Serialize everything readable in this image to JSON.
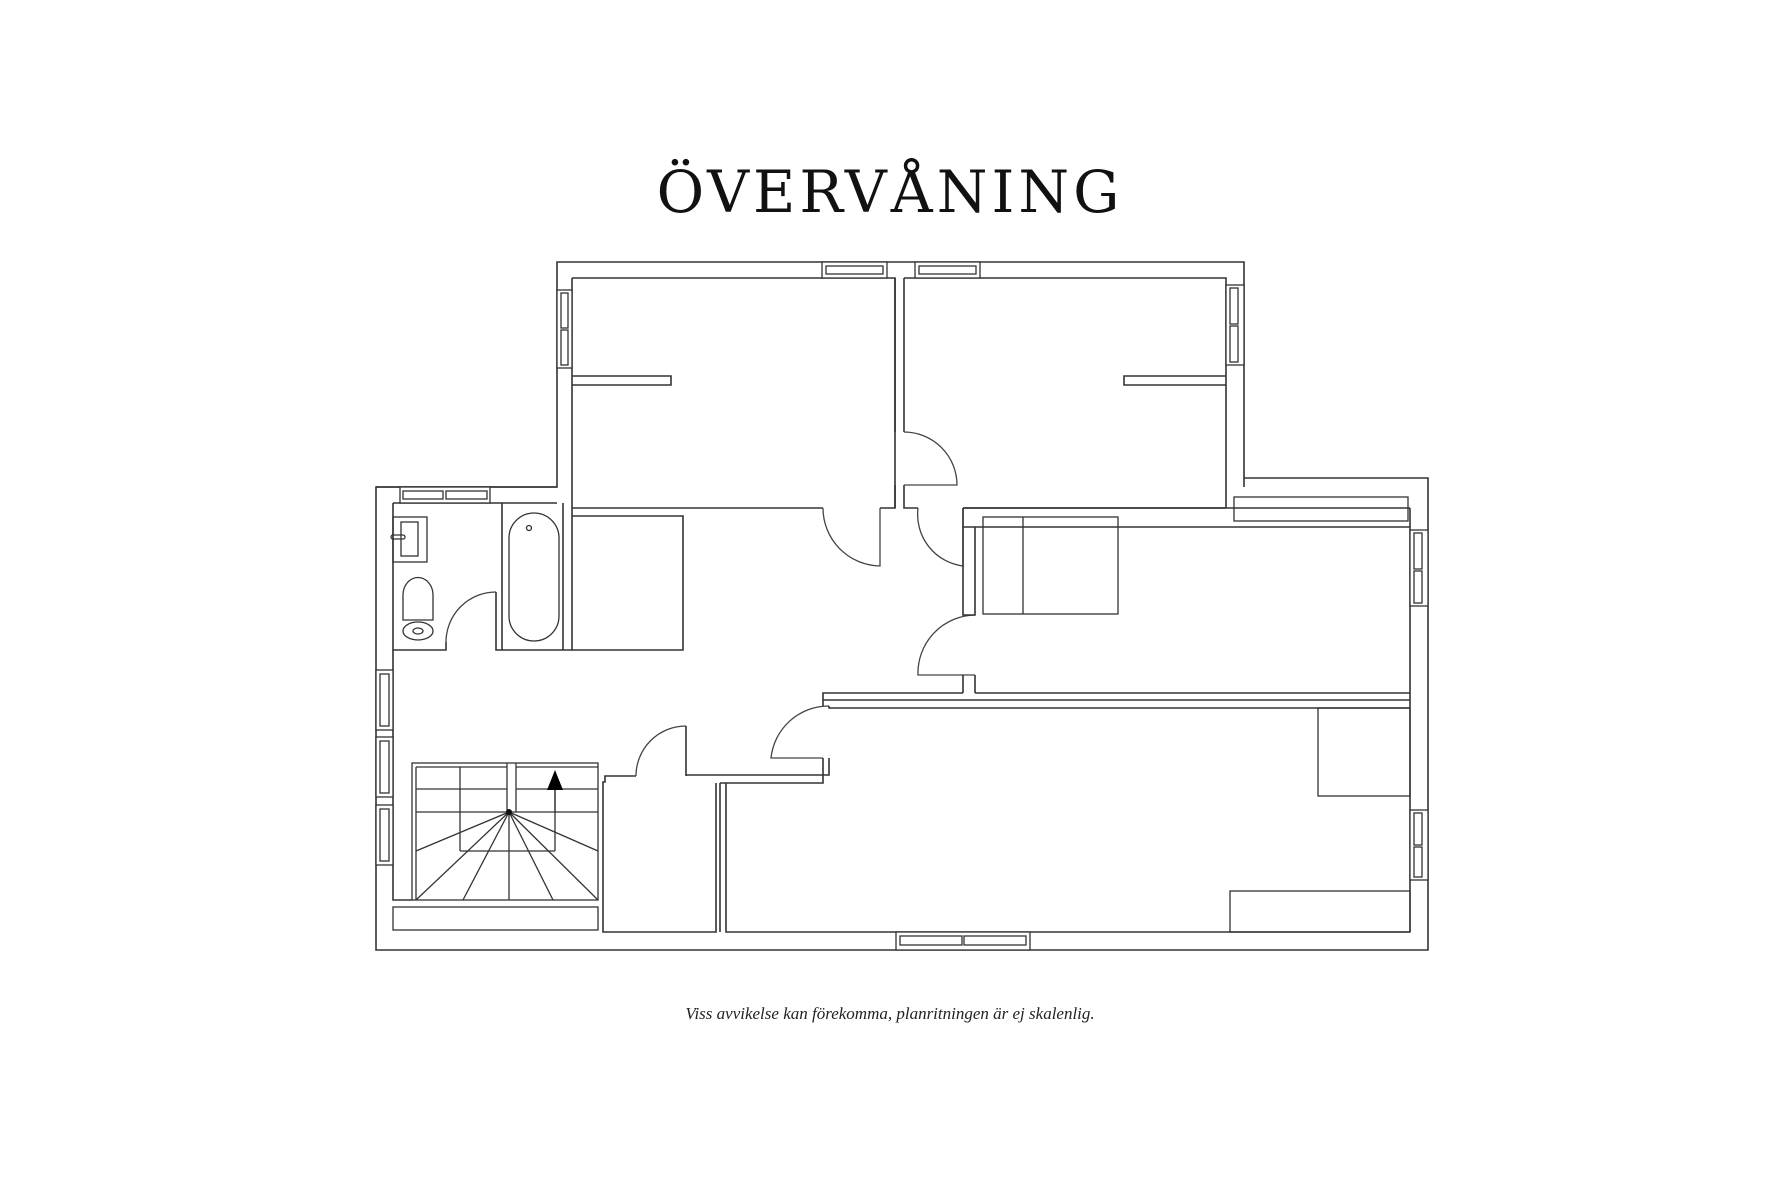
{
  "title": "ÖVERVÅNING",
  "disclaimer": "Viss avvikelse kan förekomma, planritningen är ej skalenlig.",
  "floor_plan": {
    "level": "upper floor",
    "rooms": [
      {
        "name": "bedroom-top-left"
      },
      {
        "name": "bedroom-top-right"
      },
      {
        "name": "bathroom"
      },
      {
        "name": "hallway"
      },
      {
        "name": "bedroom-middle-right"
      },
      {
        "name": "large-room-bottom-right"
      },
      {
        "name": "storage-closet"
      },
      {
        "name": "staircase"
      }
    ],
    "stair_direction": "up",
    "colors": {
      "line": "#333333",
      "background": "#ffffff",
      "arrow": "#000000"
    }
  }
}
